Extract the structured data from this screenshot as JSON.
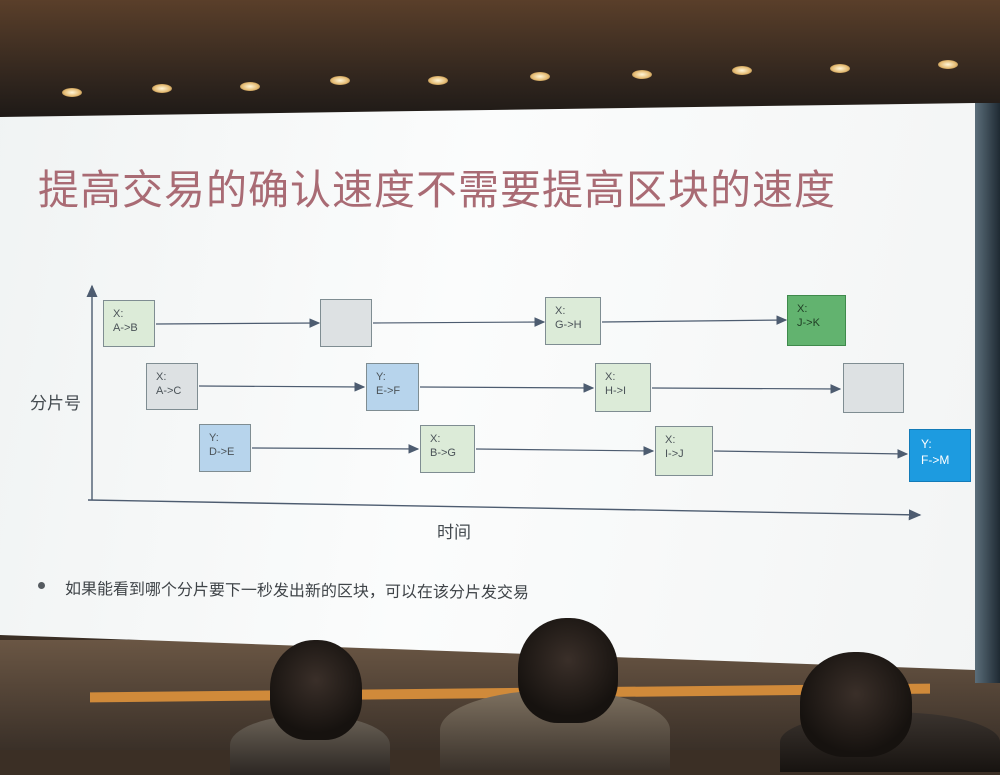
{
  "slide": {
    "title": "提高交易的确认速度不需要提高区块的速度",
    "y_axis_label": "分片号",
    "x_axis_label": "时间",
    "bullet": "如果能看到哪个分片要下一秒发出新的区块，可以在该分片发交易"
  },
  "shards": [
    {
      "row": 1,
      "blocks": [
        {
          "label": "X:\nA->B",
          "style": "lgreen"
        },
        {
          "label": "",
          "style": "empty"
        },
        {
          "label": "X:\nG->H",
          "style": "lgreen"
        },
        {
          "label": "X:\nJ->K",
          "style": "green"
        }
      ]
    },
    {
      "row": 2,
      "blocks": [
        {
          "label": "X:\nA->C",
          "style": "gray"
        },
        {
          "label": "Y:\nE->F",
          "style": "lblue"
        },
        {
          "label": "X:\nH->I",
          "style": "lgreen"
        },
        {
          "label": "",
          "style": "empty"
        }
      ]
    },
    {
      "row": 3,
      "blocks": [
        {
          "label": "Y:\nD->E",
          "style": "lblue"
        },
        {
          "label": "X:\nB->G",
          "style": "lgreen"
        },
        {
          "label": "X:\nI->J",
          "style": "lgreen"
        },
        {
          "label": "Y:\nF->M",
          "style": "blue"
        }
      ]
    }
  ],
  "colors": {
    "title": "#a96b74",
    "light_green_block": "#dcebd8",
    "green_block": "#62b36f",
    "light_blue_block": "#b7d4ec",
    "blue_block": "#1d9be0",
    "gray_block": "#dde1e3"
  }
}
